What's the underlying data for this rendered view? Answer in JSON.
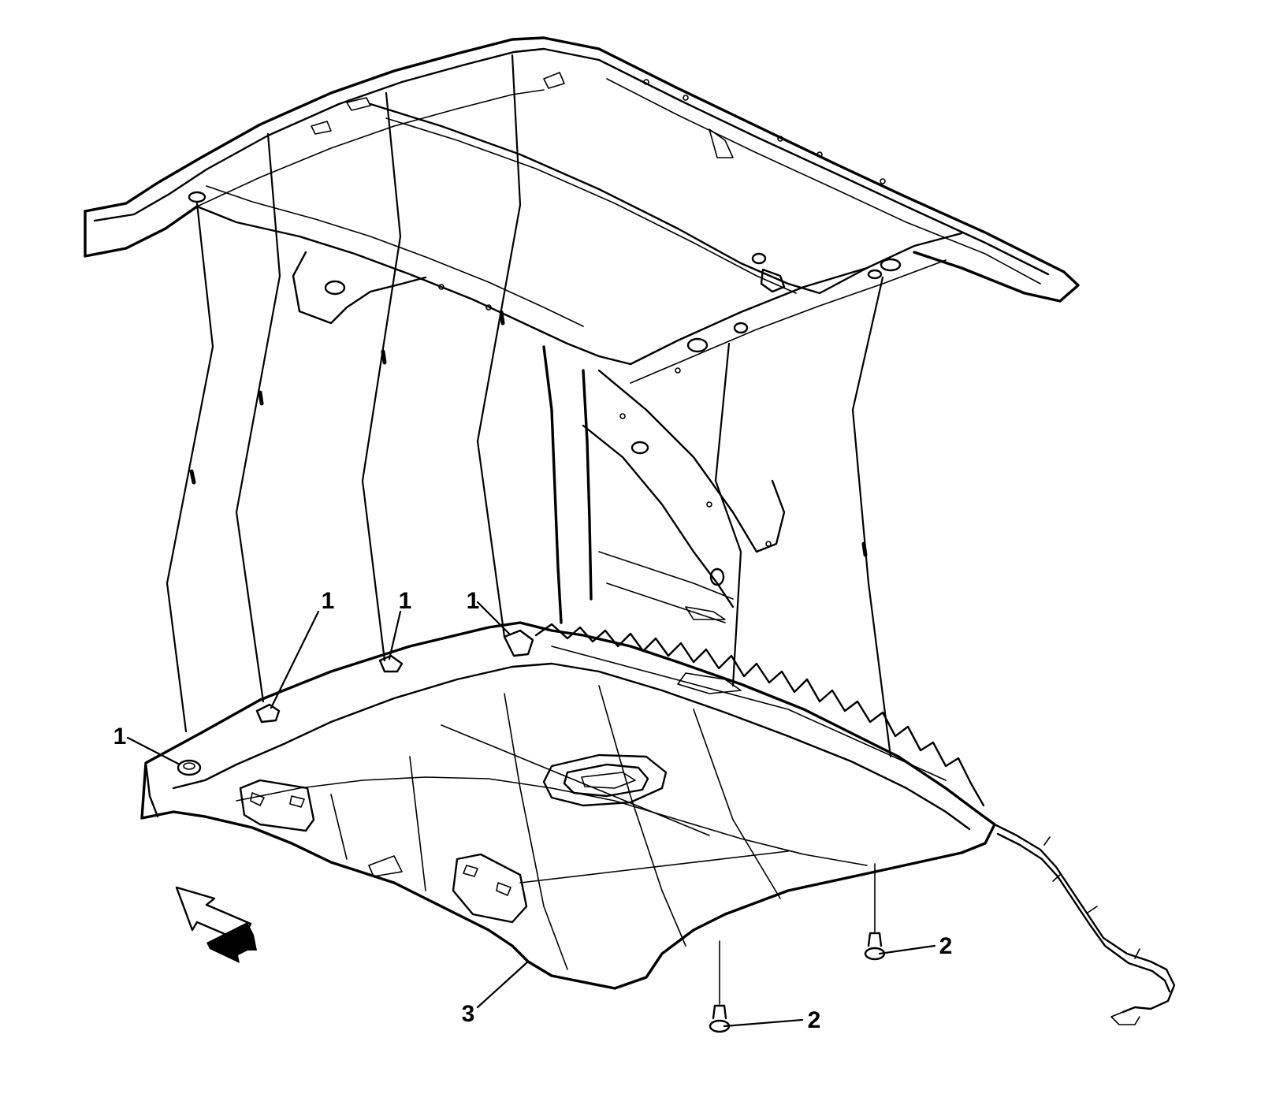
{
  "callouts": {
    "clip_a": "1",
    "clip_b": "1",
    "clip_c": "1",
    "clip_d": "1",
    "screw_front": "2",
    "screw_rear": "2",
    "headliner": "3"
  },
  "icons": {
    "direction": "forward-arrow-icon"
  },
  "colors": {
    "line": "#000000",
    "background": "#ffffff"
  }
}
